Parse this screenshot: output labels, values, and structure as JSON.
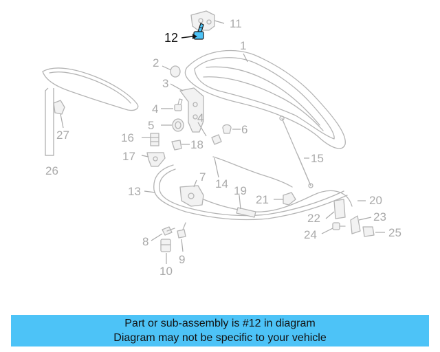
{
  "diagram": {
    "highlight_color": "#4dc3f7",
    "highlight_part": "12",
    "labels": {
      "p1": "1",
      "p2": "2",
      "p3": "3",
      "p4a": "4",
      "p4b": "4",
      "p5": "5",
      "p6": "6",
      "p7": "7",
      "p8": "8",
      "p9": "9",
      "p10": "10",
      "p11": "11",
      "p12": "12",
      "p13": "13",
      "p14": "14",
      "p15": "15",
      "p16": "16",
      "p17": "17",
      "p18": "18",
      "p19": "19",
      "p20": "20",
      "p21": "21",
      "p22": "22",
      "p23": "23",
      "p24": "24",
      "p25": "25",
      "p26": "26",
      "p27": "27"
    }
  },
  "banner": {
    "line1": "Part or sub-assembly is #12 in diagram",
    "line2": "Diagram may not be specific to your vehicle",
    "color": "#4dc3f7"
  }
}
